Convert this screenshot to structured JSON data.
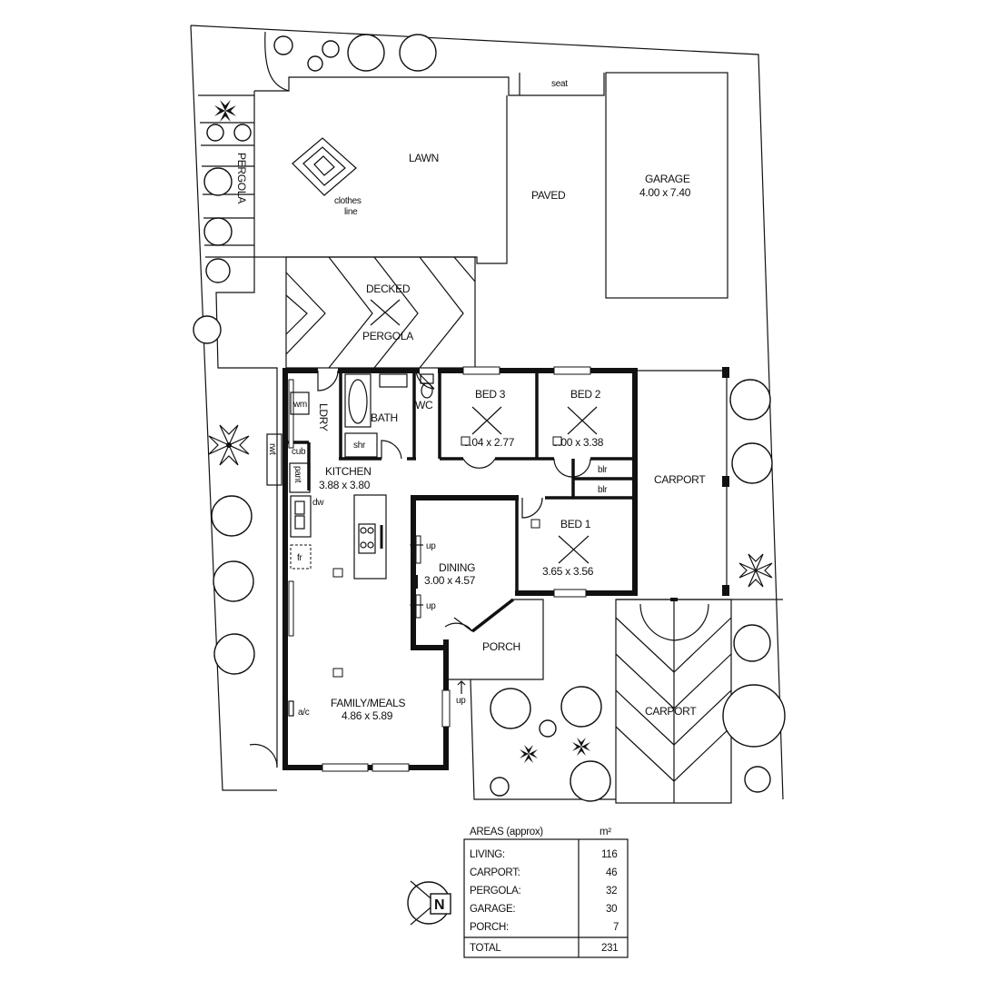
{
  "rooms": {
    "lawn": "LAWN",
    "clothes_line_1": "clothes",
    "clothes_line_2": "line",
    "paved": "PAVED",
    "seat": "seat",
    "garage": "GARAGE",
    "garage_dim": "4.00 x 7.40",
    "pergola_side": "PERGOLA",
    "decked": "DECKED",
    "pergola": "PERGOLA",
    "ldry": "LDRY",
    "bath": "BATH",
    "shr": "shr",
    "wc": "WC",
    "bed3": "BED 3",
    "bed3_dim": "3.04 x 2.77",
    "bed2": "BED 2",
    "bed2_dim": "3.00 x 3.38",
    "blr1": "blr",
    "blr2": "blr",
    "carport_top": "CARPORT",
    "kitchen": "KITCHEN",
    "kitchen_dim": "3.88 x 3.80",
    "wm": "wm",
    "cub": "cub",
    "pant": "pant",
    "rwt": "rwt",
    "dw": "dw",
    "fr": "fr",
    "dining": "DINING",
    "dining_dim": "3.00 x 4.57",
    "up1": "up",
    "up2": "up",
    "up3": "up",
    "bed1": "BED 1",
    "bed1_dim": "3.65 x 3.56",
    "porch": "PORCH",
    "family": "FAMILY/MEALS",
    "family_dim": "4.86 x 5.89",
    "ac": "a/c",
    "carport_bottom": "CARPORT"
  },
  "areas": {
    "header": "AREAS (approx)",
    "unit": "m²",
    "rows": [
      {
        "label": "LIVING:",
        "value": "116"
      },
      {
        "label": "CARPORT:",
        "value": "46"
      },
      {
        "label": "PERGOLA:",
        "value": "32"
      },
      {
        "label": "GARAGE:",
        "value": "30"
      },
      {
        "label": "PORCH:",
        "value": "7"
      }
    ],
    "total_label": "TOTAL",
    "total_value": "231"
  },
  "compass": {
    "letter": "N"
  }
}
